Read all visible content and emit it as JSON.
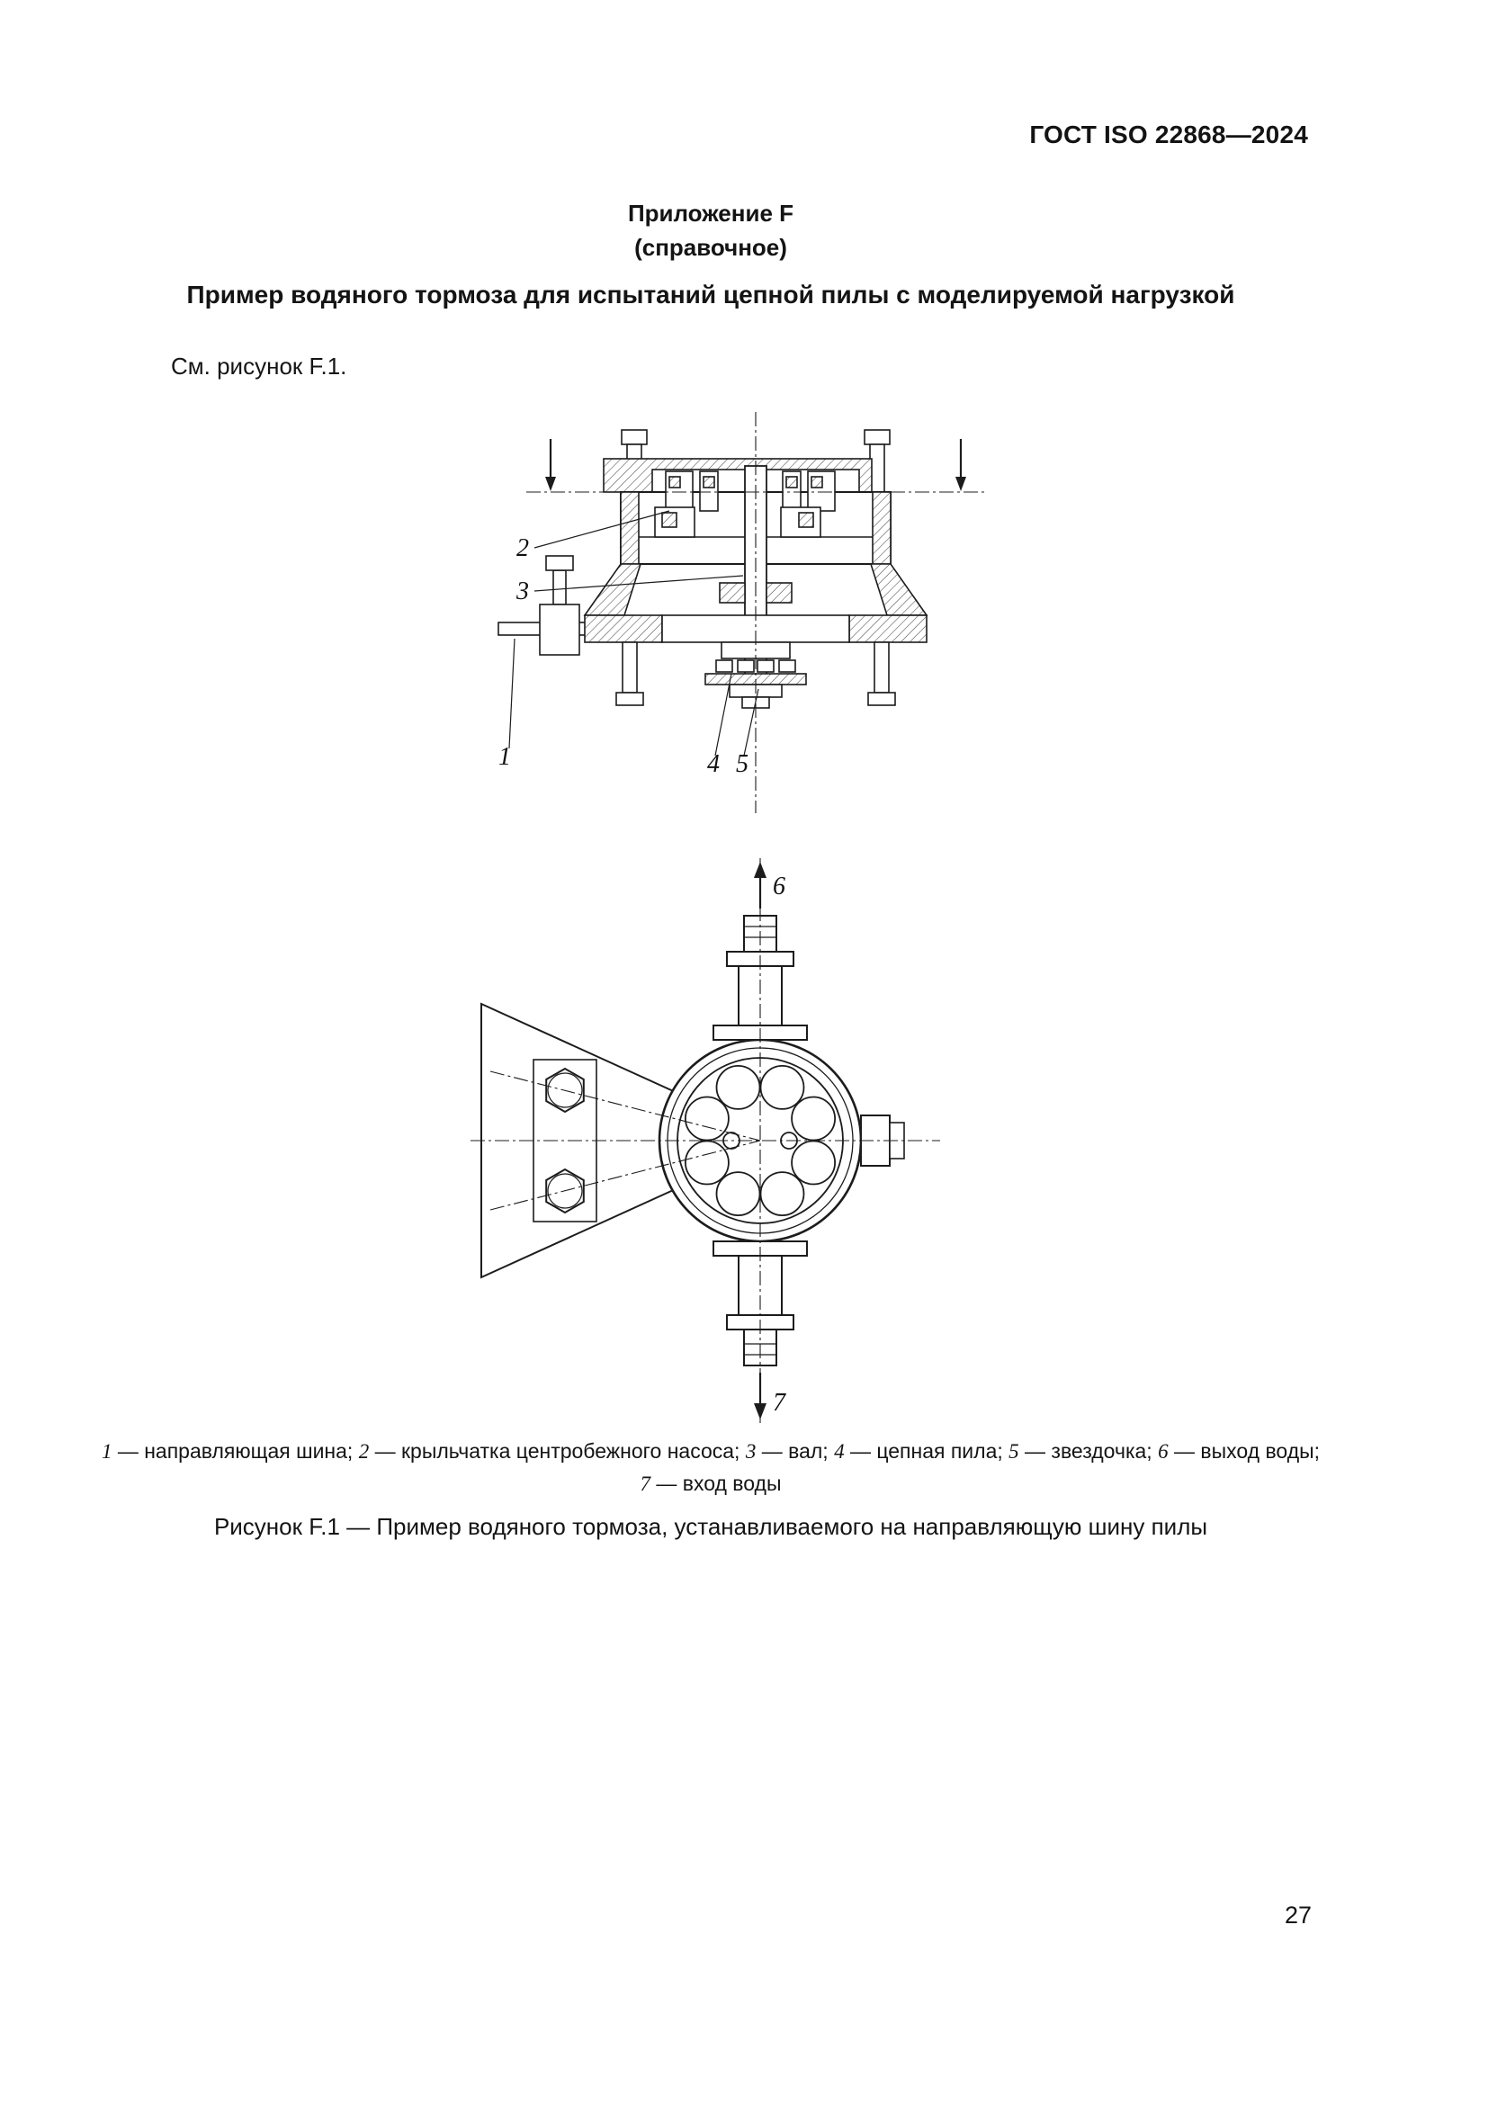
{
  "page": {
    "header": "ГОСТ ISO 22868—2024",
    "number": "27"
  },
  "annex": {
    "label": "Приложение F",
    "kind": "(справочное)",
    "title": "Пример водяного тормоза для испытаний цепной пилы с моделируемой нагрузкой",
    "intro": "См. рисунок F.1."
  },
  "figure": {
    "callouts": {
      "c1": "1",
      "c2": "2",
      "c3": "3",
      "c4": "4",
      "c5": "5",
      "c6": "6",
      "c7": "7"
    },
    "legend": [
      {
        "num": "1",
        "label": "направляющая шина"
      },
      {
        "num": "2",
        "label": "крыльчатка центробежного насоса"
      },
      {
        "num": "3",
        "label": "вал"
      },
      {
        "num": "4",
        "label": "цепная пила"
      },
      {
        "num": "5",
        "label": "звездочка"
      },
      {
        "num": "6",
        "label": "выход воды"
      },
      {
        "num": "7",
        "label": "вход воды"
      }
    ],
    "caption": "Рисунок F.1 — Пример водяного тормоза, устанавливаемого на направляющую шину пилы"
  }
}
